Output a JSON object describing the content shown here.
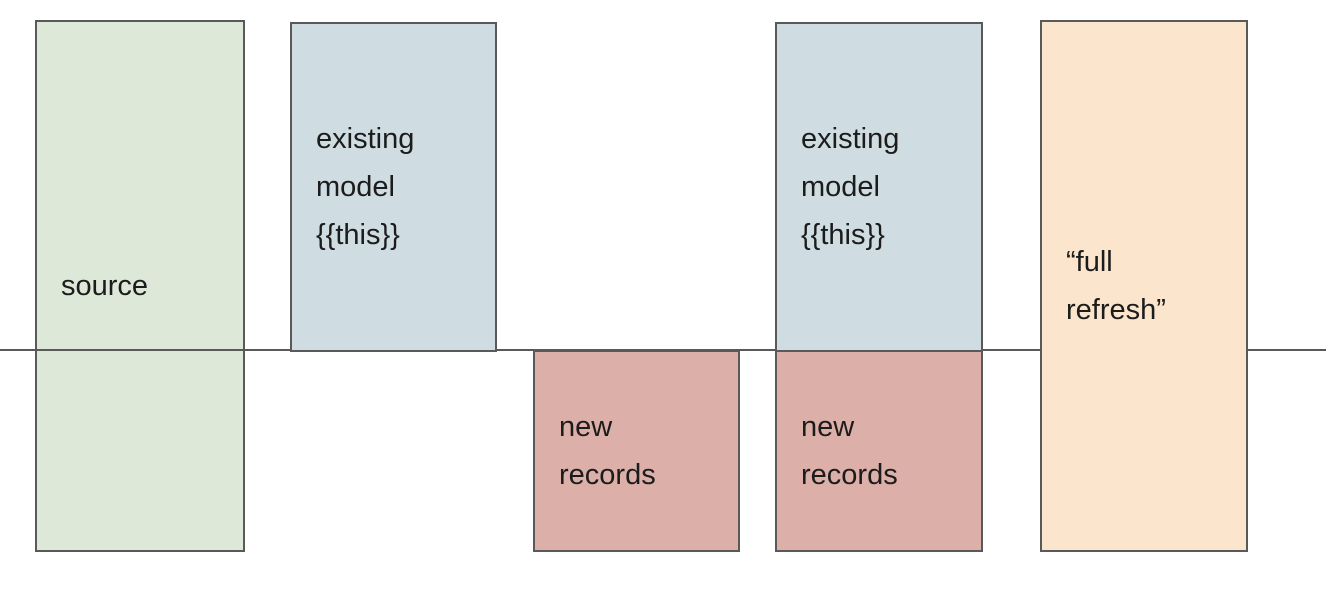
{
  "diagram": {
    "boxes": {
      "source": {
        "label": "source",
        "fill": "#dde8d9"
      },
      "existing_model_1": {
        "label": "existing\nmodel\n{{this}}",
        "fill": "#cfdde3"
      },
      "new_records_1": {
        "label": "new\nrecords",
        "fill": "#dcafa8"
      },
      "existing_model_2": {
        "label": "existing\nmodel\n{{this}}",
        "fill": "#cfdde3"
      },
      "new_records_2": {
        "label": "new\nrecords",
        "fill": "#dcafa8"
      },
      "full_refresh": {
        "label": "“full\nrefresh”",
        "fill": "#fbe5cc"
      }
    },
    "divider": {
      "color": "#595959"
    },
    "colors": {
      "border": "#595959",
      "text": "#1c1c1c",
      "background": "#ffffff"
    }
  }
}
